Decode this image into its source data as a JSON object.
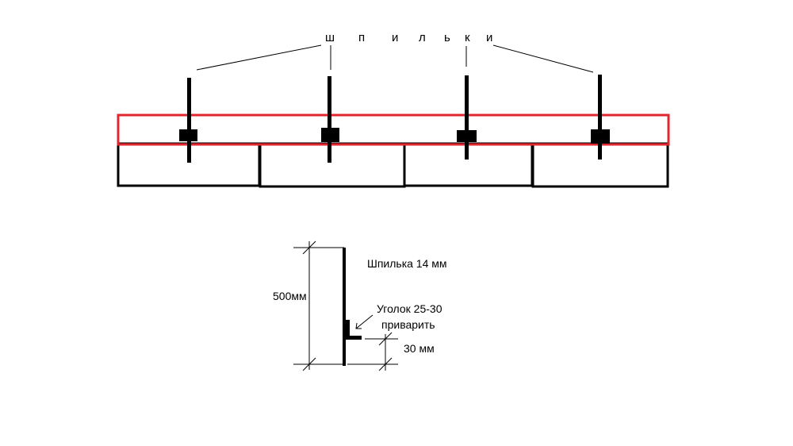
{
  "top_diagram": {
    "title_letters": [
      "ш",
      "п",
      "и",
      "л",
      "ь",
      "к",
      "и"
    ]
  },
  "detail": {
    "rod_label": "Шпилька 14 мм",
    "height_label": "500мм",
    "angle_label_line1": "Уголок 25-30",
    "angle_label_line2": "приварить",
    "offset_label": "30 мм"
  },
  "colors": {
    "ink": "#000000",
    "highlight": "#e0262e"
  }
}
